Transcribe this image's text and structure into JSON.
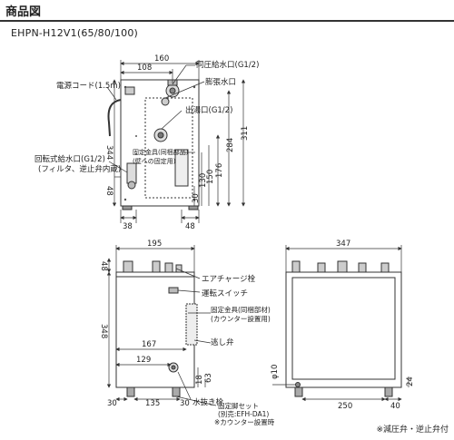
{
  "header": {
    "title": "商品図"
  },
  "model": {
    "name": "EHPN-H12V1(65/80/100)"
  },
  "footnote": "※減圧弁・逆止弁付",
  "top_view": {
    "dims": {
      "w160": "160",
      "w108": "108",
      "h344": "344",
      "h311": "311",
      "h284": "284",
      "h176": "176",
      "h150": "150",
      "h130": "130",
      "h30": "30",
      "h48": "48",
      "b38": "38",
      "b48": "48"
    },
    "labels": {
      "douatsu": "同圧給水口(G1/2)",
      "bouchou": "膨張水口",
      "dengen": "電源コード(1.5m)",
      "shutou": "出湯口(G1/2)",
      "kotei1": "固定金具(同梱部品)",
      "kotei2": "(壁への固定用)",
      "kaiten1": "回転式給水口(G1/2)",
      "kaiten2": "(フィルタ、逆止弁内蔵)"
    }
  },
  "front_view": {
    "dims": {
      "w195": "195",
      "h48": "48",
      "h348": "348",
      "w167": "167",
      "w129": "129",
      "h63": "63",
      "h18": "18",
      "b30": "30",
      "b135": "135",
      "b30r": "30"
    },
    "labels": {
      "air": "エアチャージ栓",
      "switch": "運転スイッチ",
      "kotei1": "固定金具(同梱部材)",
      "kotei2": "(カウンター設置用)",
      "nigashi": "逃し弁",
      "mizunuki": "水抜き栓",
      "ashi1": "固定脚セット",
      "ashi2": "(別売:EFH-DA1)",
      "ashi3": "※カウンター設置時"
    }
  },
  "side_view": {
    "dims": {
      "w347": "347",
      "w250": "250",
      "phi10": "φ10",
      "h24": "24",
      "b40": "40"
    }
  }
}
